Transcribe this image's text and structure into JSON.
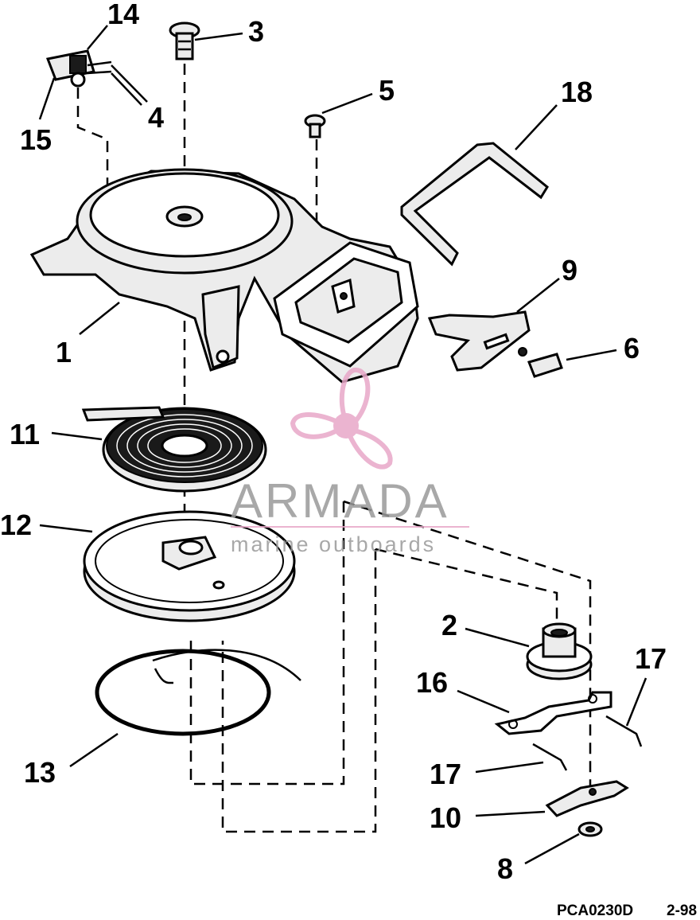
{
  "callouts": {
    "c1": "1",
    "c2": "2",
    "c3": "3",
    "c4": "4",
    "c5": "5",
    "c6": "6",
    "c8": "8",
    "c9": "9",
    "c10": "10",
    "c11": "11",
    "c12": "12",
    "c13": "13",
    "c14": "14",
    "c15": "15",
    "c16": "16",
    "c17a": "17",
    "c17b": "17",
    "c18": "18"
  },
  "watermark": {
    "brand": "ARMADA",
    "tagline": "marine outboards",
    "logo_color": "#e8a7c8",
    "text_color": "#9a9a9a"
  },
  "footer": {
    "drawing_code": "PCA0230D",
    "date_code": "2-98"
  }
}
